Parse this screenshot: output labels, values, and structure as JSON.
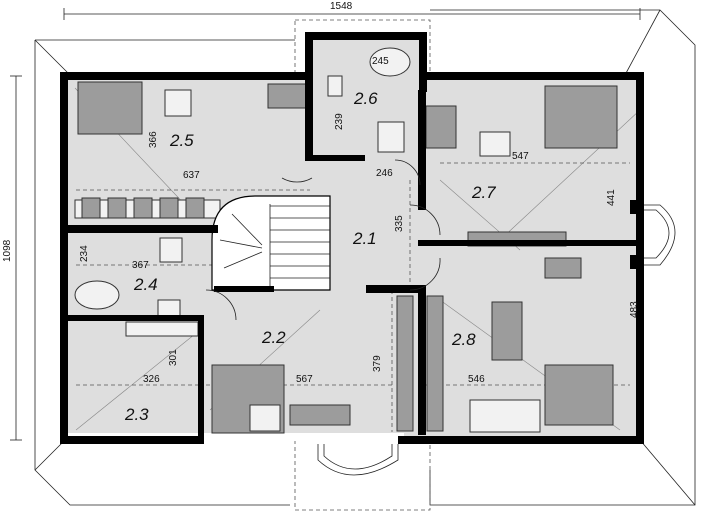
{
  "overall_width": "1548",
  "overall_height": "1098",
  "rooms": {
    "r21": "2.1",
    "r22": "2.2",
    "r23": "2.3",
    "r24": "2.4",
    "r25": "2.5",
    "r26": "2.6",
    "r27": "2.7",
    "r28": "2.8"
  },
  "dims": {
    "d245": "245",
    "d239": "239",
    "d366": "366",
    "d637": "637",
    "d246": "246",
    "d335": "335",
    "d547": "547",
    "d441": "441",
    "d234": "234",
    "d367": "367",
    "d483": "483",
    "d301": "301",
    "d326": "326",
    "d567": "567",
    "d379": "379",
    "d546": "546"
  }
}
